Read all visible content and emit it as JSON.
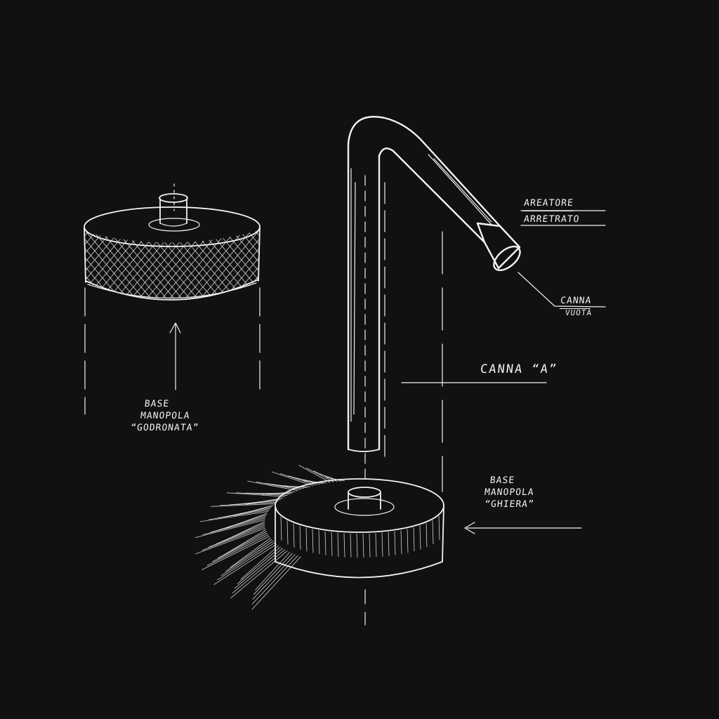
{
  "colors": {
    "background": "#111111",
    "ink": "#f2f2f2"
  },
  "labels": {
    "left_knob": [
      "BASE",
      "MANOPOLA",
      "“GODRONATA”"
    ],
    "aerator_top": "AREATORE",
    "aerator_bottom": "ARRETRATO",
    "hollow_spout_1": "CANNA",
    "hollow_spout_2": "VUOTA",
    "spout_a": "CANNA “A”",
    "right_knob": [
      "BASE",
      "MANOPOLA",
      "“GHIERA”"
    ]
  }
}
